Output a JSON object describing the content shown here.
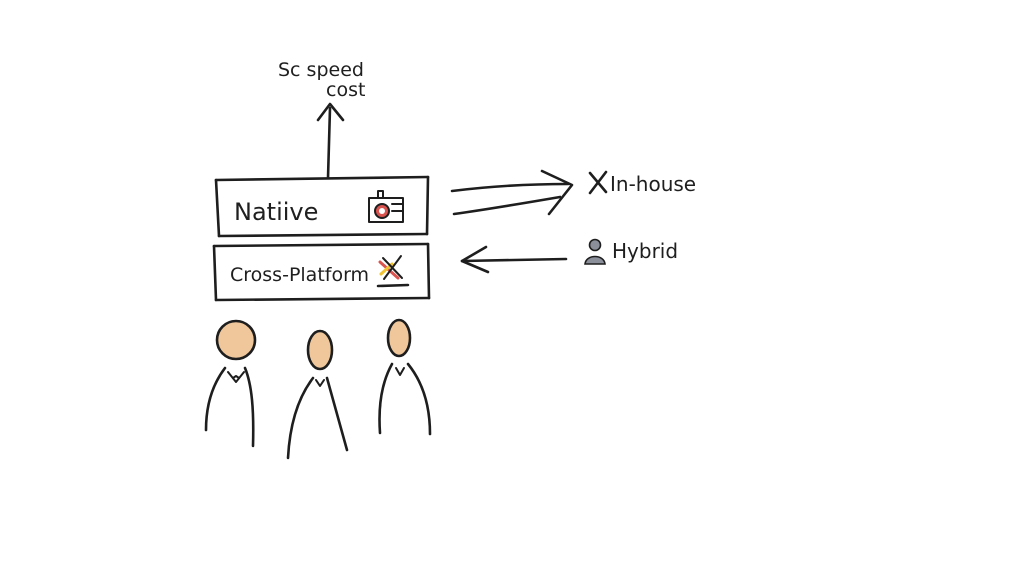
{
  "top_note": {
    "line1": "Sc speed",
    "line2": "cost"
  },
  "stack": {
    "native_label": "Natiive",
    "cross_platform_label": "Cross-Platform"
  },
  "right_options": {
    "in_house_label": "In-house",
    "hybrid_label": "Hybrid"
  },
  "icons": {
    "native_icon": "camera-icon",
    "cross_platform_icon": "crossed-out-icon",
    "in_house_icon": "x-mark-icon",
    "hybrid_icon": "person-icon"
  },
  "colors": {
    "ink": "#1e1e1e",
    "skin": "#efc79b",
    "accent_red": "#d9534f",
    "accent_yellow": "#f1c232",
    "person_gray": "#8a8f99"
  }
}
